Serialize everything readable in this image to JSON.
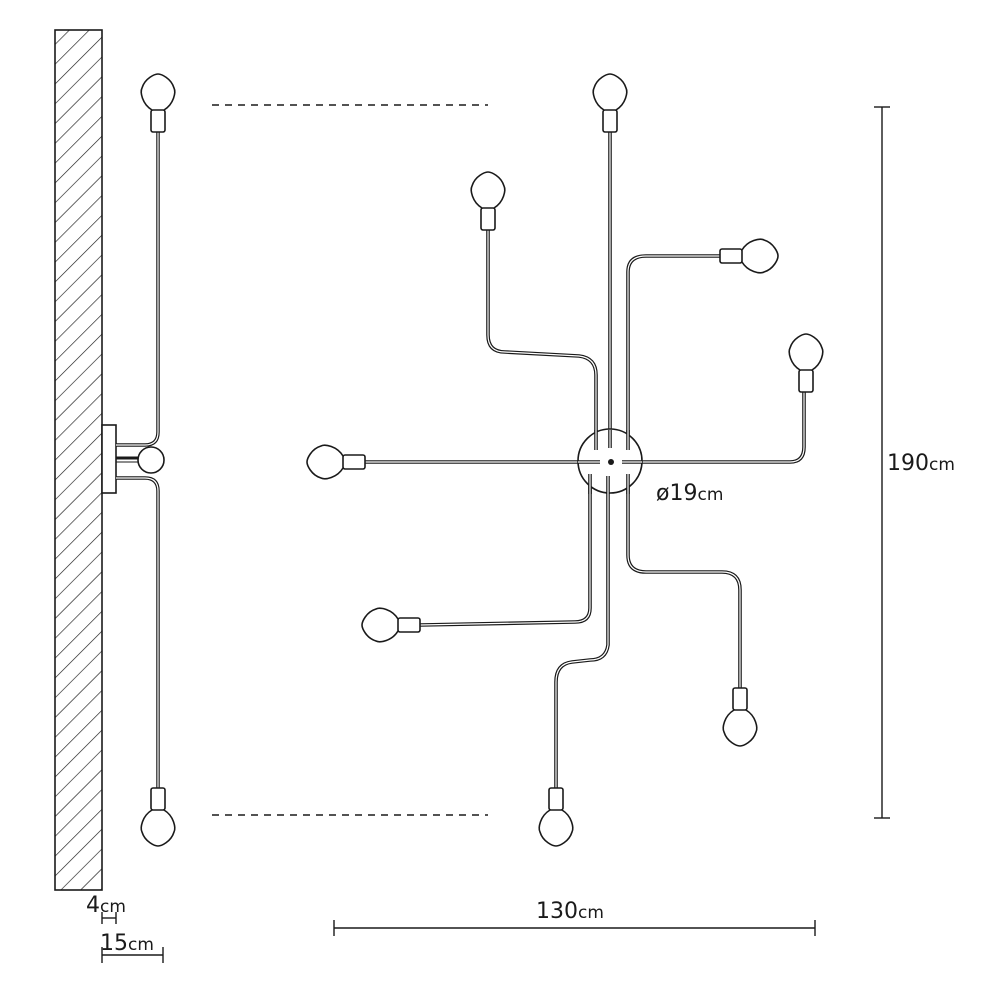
{
  "dimensions": {
    "height": {
      "value": "190",
      "unit": "cm"
    },
    "width": {
      "value": "130",
      "unit": "cm"
    },
    "canopy_diameter": {
      "value": "ø19",
      "unit": "cm"
    },
    "canopy_depth": {
      "value": "4",
      "unit": "cm"
    },
    "total_depth": {
      "value": "15",
      "unit": "cm"
    }
  },
  "colors": {
    "line": "#1a1a1a",
    "background": "#ffffff"
  }
}
